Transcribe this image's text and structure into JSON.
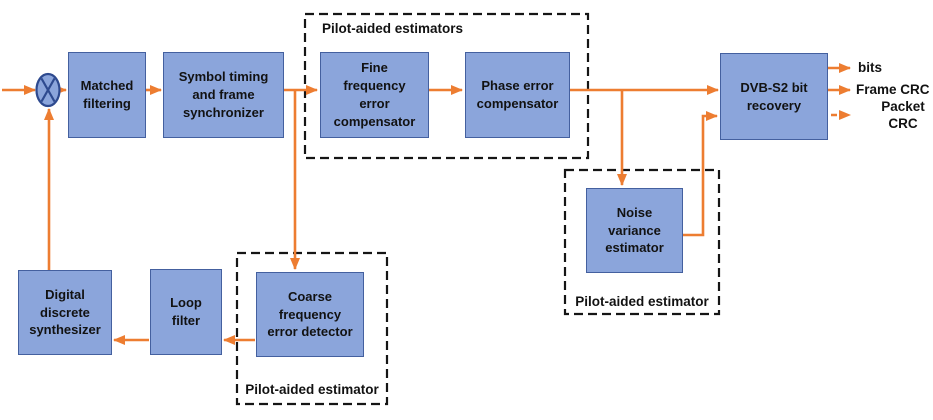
{
  "diagram": {
    "blocks": {
      "matched": {
        "label": "Matched\nfiltering"
      },
      "symbol": {
        "label": "Symbol timing\nand frame\nsynchronizer"
      },
      "fine": {
        "label": "Fine\nfrequency\nerror\ncompensator"
      },
      "phase": {
        "label": "Phase error\ncompensator"
      },
      "dvb": {
        "label": "DVB-S2 bit\nrecovery"
      },
      "noise": {
        "label": "Noise\nvariance\nestimator"
      },
      "coarse": {
        "label": "Coarse\nfrequency\nerror detector"
      },
      "loop": {
        "label": "Loop\nfilter"
      },
      "synth": {
        "label": "Digital\ndiscrete\nsynthesizer"
      }
    },
    "groups": {
      "pilot_top": {
        "label": "Pilot-aided estimators"
      },
      "pilot_noise": {
        "label": "Pilot-aided estimator"
      },
      "pilot_coarse": {
        "label": "Pilot-aided estimator"
      }
    },
    "outputs": {
      "bits": "bits",
      "frame_crc": "Frame CRC",
      "packet_crc": "Packet\nCRC"
    },
    "nodes": {
      "multiplier": "multiply"
    },
    "edges": [
      {
        "from": "input",
        "to": "multiplier",
        "style": "solid"
      },
      {
        "from": "multiplier",
        "to": "matched",
        "style": "solid"
      },
      {
        "from": "matched",
        "to": "symbol",
        "style": "solid"
      },
      {
        "from": "symbol",
        "to": "fine",
        "style": "solid"
      },
      {
        "from": "symbol",
        "to": "coarse",
        "style": "solid"
      },
      {
        "from": "fine",
        "to": "phase",
        "style": "solid"
      },
      {
        "from": "phase",
        "to": "dvb",
        "style": "solid"
      },
      {
        "from": "phase",
        "to": "noise",
        "style": "solid"
      },
      {
        "from": "noise",
        "to": "dvb",
        "style": "solid"
      },
      {
        "from": "dvb",
        "to": "bits",
        "style": "solid"
      },
      {
        "from": "dvb",
        "to": "frame_crc",
        "style": "solid"
      },
      {
        "from": "dvb",
        "to": "packet_crc",
        "style": "dashed"
      },
      {
        "from": "coarse",
        "to": "loop",
        "style": "solid"
      },
      {
        "from": "loop",
        "to": "synth",
        "style": "solid"
      },
      {
        "from": "synth",
        "to": "multiplier",
        "style": "solid"
      }
    ],
    "colors": {
      "block_fill": "#8BA5DB",
      "block_border": "#44609F",
      "multiplier_border": "#2E4A8F",
      "arrow": "#ED7D31",
      "dashed_box": "#151515",
      "text": "#121212",
      "background": "#FFFFFF"
    }
  }
}
